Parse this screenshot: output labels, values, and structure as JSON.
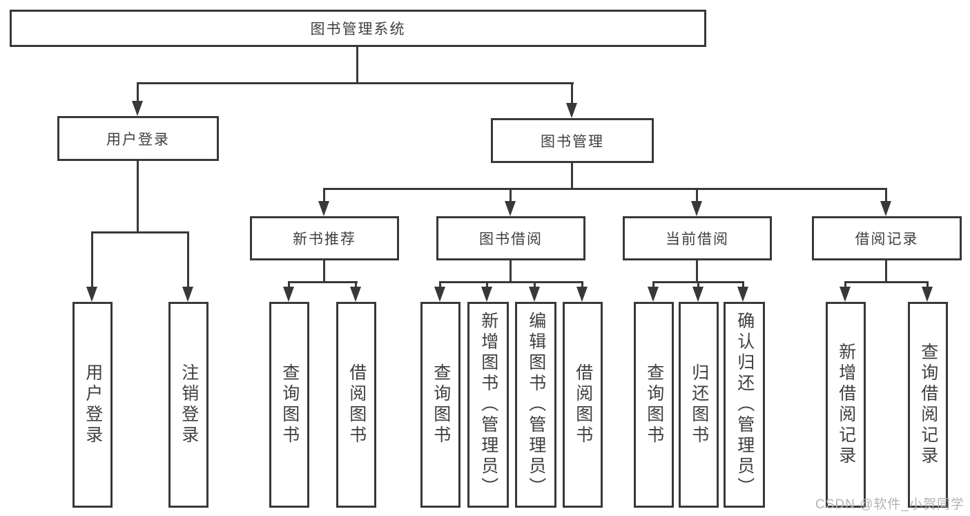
{
  "colors": {
    "line": "#383838",
    "text": "#3f3f3f",
    "background": "#ffffff",
    "watermark": "#b3b3b3"
  },
  "watermark": {
    "text": "CSDN @软件_小贺同学"
  },
  "diagram": {
    "type": "hierarchy-tree",
    "root": {
      "label": "图书管理系统"
    },
    "branches": [
      {
        "label": "用户登录",
        "children": [
          {
            "label": "用户登录"
          },
          {
            "label": "注销登录"
          }
        ]
      },
      {
        "label": "图书管理",
        "children": [
          {
            "label": "新书推荐",
            "children": [
              {
                "label": "查询图书"
              },
              {
                "label": "借阅图书"
              }
            ]
          },
          {
            "label": "图书借阅",
            "children": [
              {
                "label": "查询图书"
              },
              {
                "label": "新增图书（管理员）"
              },
              {
                "label": "编辑图书（管理员）"
              },
              {
                "label": "借阅图书"
              }
            ]
          },
          {
            "label": "当前借阅",
            "children": [
              {
                "label": "查询图书"
              },
              {
                "label": "归还图书"
              },
              {
                "label": "确认归还（管理员）"
              }
            ]
          },
          {
            "label": "借阅记录",
            "children": [
              {
                "label": "新增借阅记录"
              },
              {
                "label": "查询借阅记录"
              }
            ]
          }
        ]
      }
    ]
  }
}
